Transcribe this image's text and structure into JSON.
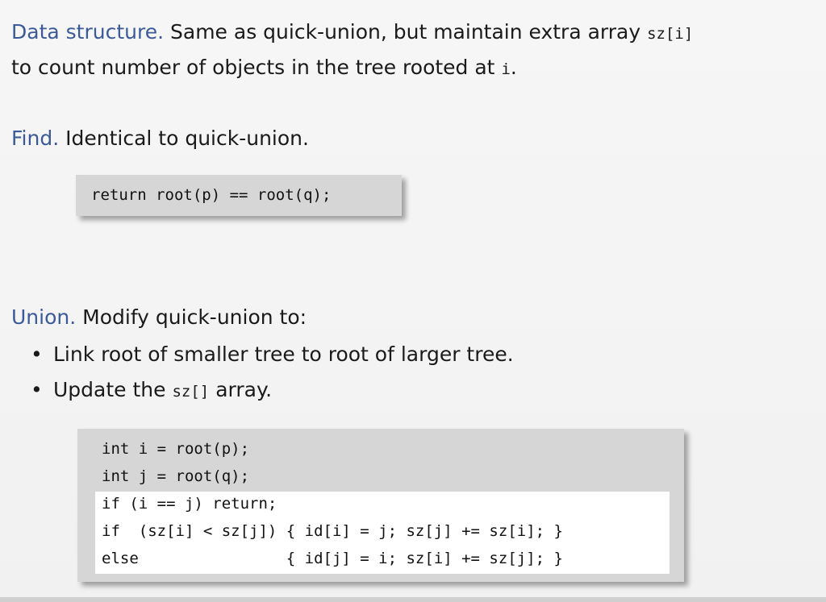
{
  "data_structure": {
    "label": "Data structure.",
    "text_before": "Same as quick-union, but maintain extra array",
    "code_array": "sz[i]",
    "line2_text": "to count number of objects in the tree rooted at",
    "code_var": "i",
    "end": "."
  },
  "find": {
    "label": "Find.",
    "text": "Identical to quick-union.",
    "code": "return root(p) == root(q);"
  },
  "union": {
    "label": "Union.",
    "text": "Modify quick-union to:",
    "bullets": [
      {
        "text": "Link root of smaller tree to root of larger tree."
      },
      {
        "before": "Update the",
        "code": "sz[]",
        "after": "array."
      }
    ],
    "code_lines": [
      "int i = root(p);",
      "int j = root(q);",
      "if (i == j) return;",
      "if  (sz[i] < sz[j]) { id[i] = j; sz[j] += sz[i]; }",
      "else                { id[j] = i; sz[i] += sz[j]; }"
    ]
  },
  "colors": {
    "label": "#3b5a99",
    "code_box": "#d6d6d6",
    "highlight": "#ffffff"
  }
}
